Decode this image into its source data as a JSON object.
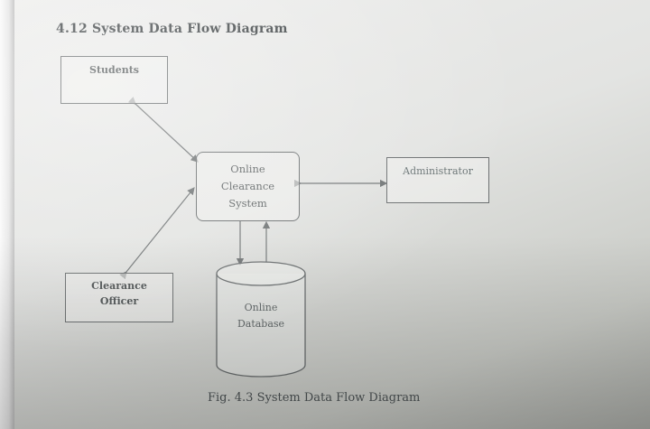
{
  "section_title": "4.12 System Data Flow Diagram",
  "entities": {
    "students": "Students",
    "clearance_officer": [
      "Clearance",
      "Officer"
    ],
    "administrator": "Administrator"
  },
  "process": [
    "Online",
    "Clearance",
    "System"
  ],
  "datastore": [
    "Online",
    "Database"
  ],
  "caption": "Fig. 4.3 System Data Flow Diagram"
}
